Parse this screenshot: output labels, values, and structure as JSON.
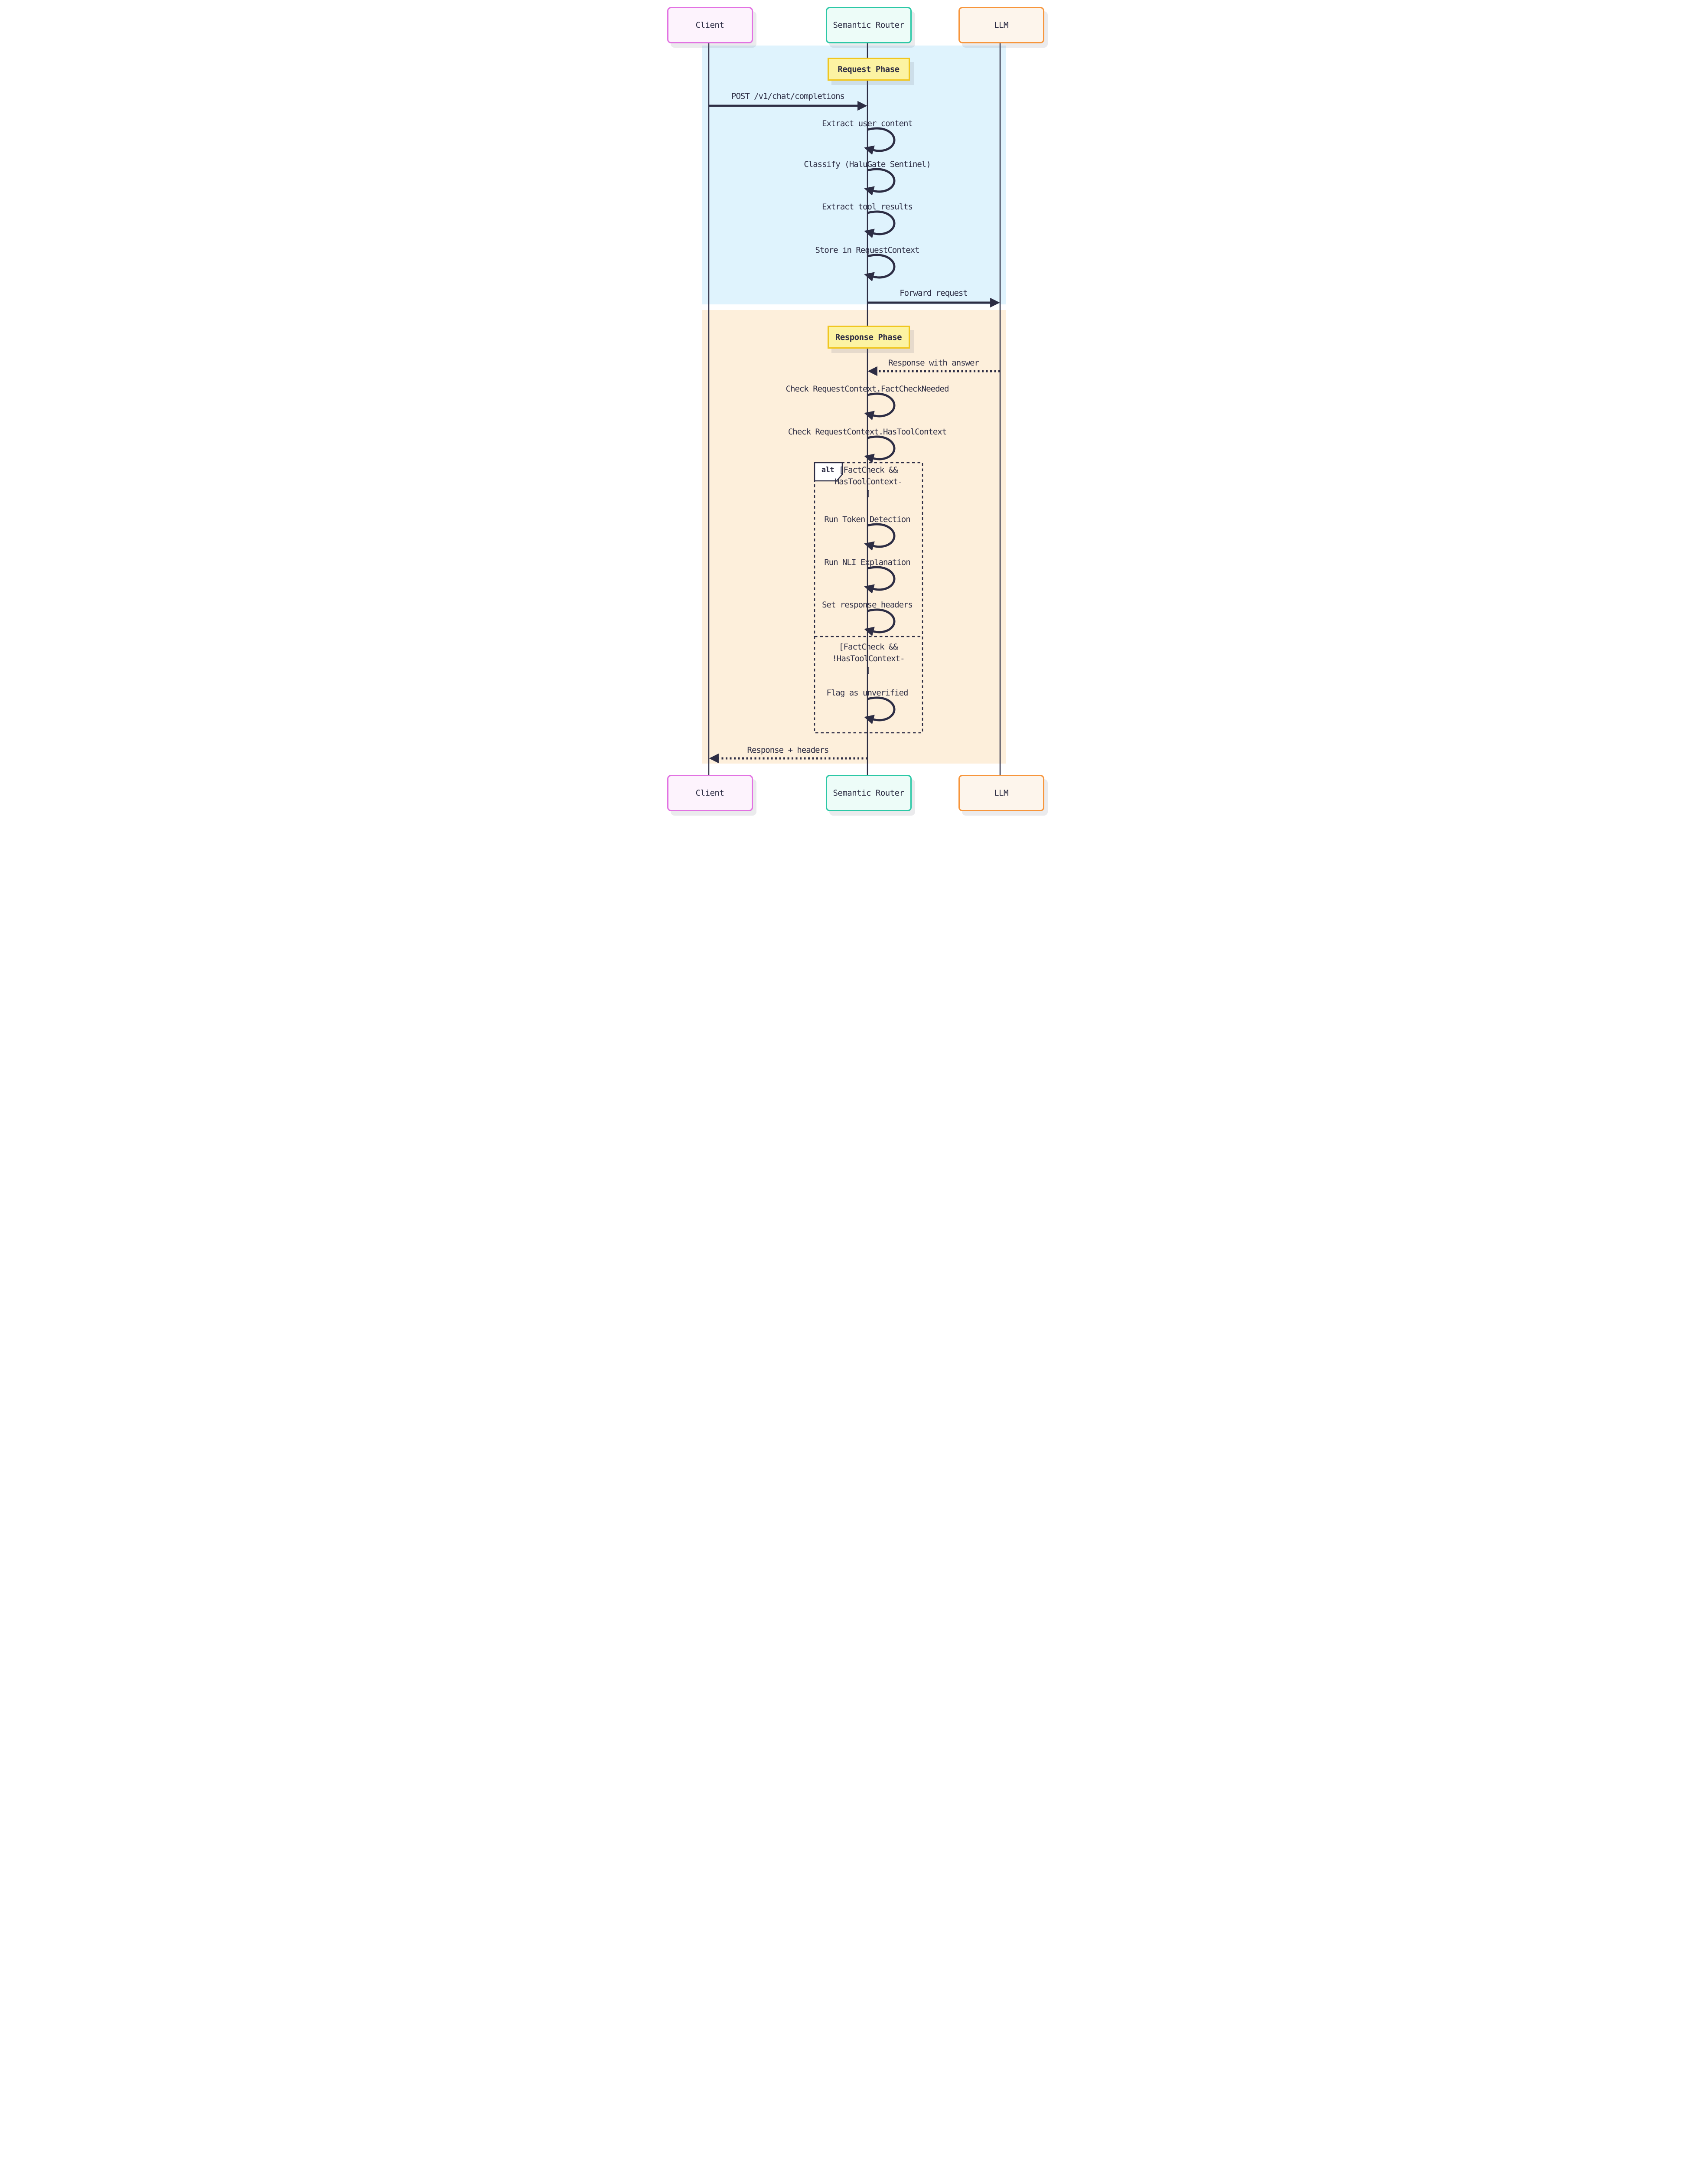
{
  "actors": [
    {
      "label": "Client"
    },
    {
      "label": "Semantic Router"
    },
    {
      "label": "LLM"
    }
  ],
  "phases": {
    "request": "Request Phase",
    "response": "Response Phase"
  },
  "messages": {
    "post": "POST /v1/chat/completions",
    "extract_user": "Extract user content",
    "classify": "Classify (HaluGate Sentinel)",
    "extract_tools": "Extract tool results",
    "store_ctx": "Store in RequestContext",
    "forward": "Forward request",
    "response_answer": "Response with answer",
    "check_factcheck": "Check RequestContext.FactCheckNeeded",
    "check_toolctx": "Check RequestContext.HasToolContext",
    "run_token": "Run Token Detection",
    "run_nli": "Run NLI Explanation",
    "set_headers": "Set response headers",
    "flag_unverified": "Flag as unverified",
    "response_headers": "Response + headers"
  },
  "alt": {
    "label": "alt",
    "condition1": {
      "lines": [
        "[FactCheck &&",
        "HasToolContext-",
        "]"
      ]
    },
    "condition2": {
      "lines": [
        "[FactCheck &&",
        "!HasToolContext-",
        "]"
      ]
    }
  },
  "colors": {
    "ink": "#2d2d44",
    "request_band": "#dff3fd",
    "response_band": "#fdefdb",
    "client_fill": "#fdf3fd",
    "client_border": "#e272e2",
    "router_fill": "#edfcf8",
    "router_border": "#2cc8a6",
    "llm_fill": "#fdf5ec",
    "llm_border": "#f7953b",
    "phase_fill": "#fcf3a2",
    "phase_border": "#f0c61f"
  }
}
